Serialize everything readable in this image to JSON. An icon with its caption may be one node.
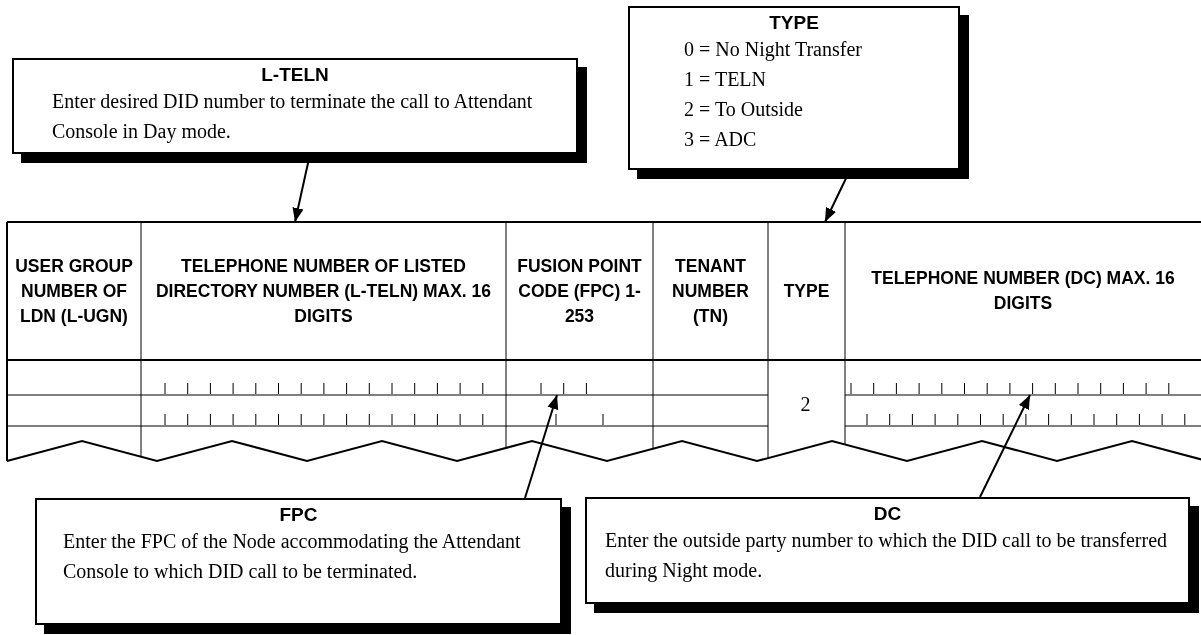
{
  "diagram": {
    "nodes": [
      {
        "text": [
          "L-TELN",
          "Enter desired DID number to terminate the call to Attendant Console in Day mode."
        ]
      },
      {
        "text": [
          "TYPE",
          "0 = No Night Transfer",
          "1 = TELN",
          "2 = To Outside",
          "3 = ADC"
        ]
      },
      {
        "text": [
          "FPC",
          "Enter the FPC of the Node accommodating the Attendant Console to which DID call to be terminated."
        ]
      },
      {
        "text": [
          "DC",
          "Enter the outside party number to which the DID call to be transferred during Night mode."
        ]
      },
      {
        "text": [
          "USER GROUP NUMBER OF LDN (L-UGN)"
        ]
      },
      {
        "text": [
          "TELEPHONE NUMBER OF LISTED DIRECTORY NUMBER (L-TELN) MAX. 16 DIGITS"
        ]
      },
      {
        "text": [
          "FUSION POINT CODE (FPC) 1-253"
        ]
      },
      {
        "text": [
          "TENANT NUMBER (TN)"
        ]
      },
      {
        "text": [
          "TYPE"
        ]
      },
      {
        "text": [
          "TELEPHONE NUMBER (DC) MAX. 16 DIGITS"
        ]
      },
      {
        "text": [],
        "shape": "box"
      },
      {
        "text": [],
        "shape": "box"
      }
    ],
    "edges": [
      {
        "from": 0,
        "to": 5,
        "arrow": "to"
      },
      {
        "from": 1,
        "to": 8,
        "arrow": "to"
      },
      {
        "from": 2,
        "to": 10,
        "arrow": "to"
      },
      {
        "from": 3,
        "to": 11,
        "arrow": "to"
      }
    ],
    "labels": [
      "2"
    ]
  }
}
